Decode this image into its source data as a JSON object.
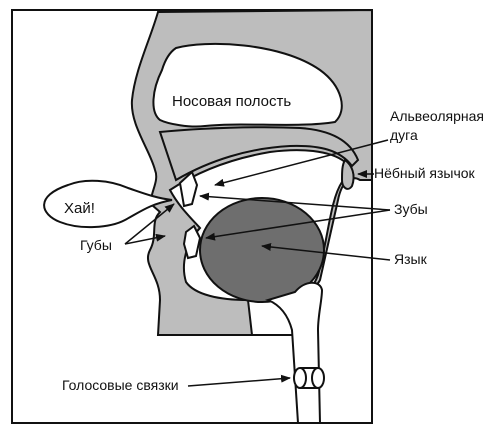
{
  "labels": {
    "nasal_cavity": "Носовая полость",
    "alveolar_ridge_line1": "Альвеолярная",
    "alveolar_ridge_line2": "дуга",
    "uvula": "Нёбный язычок",
    "teeth": "Зубы",
    "tongue": "Язык",
    "lips": "Губы",
    "vocal_cords": "Голосовые связки",
    "speech_bubble": "Хай!"
  },
  "colors": {
    "line": "#111111",
    "tissue": "#bdbdbd",
    "tongue": "#6e6e6e",
    "background": "#ffffff"
  }
}
